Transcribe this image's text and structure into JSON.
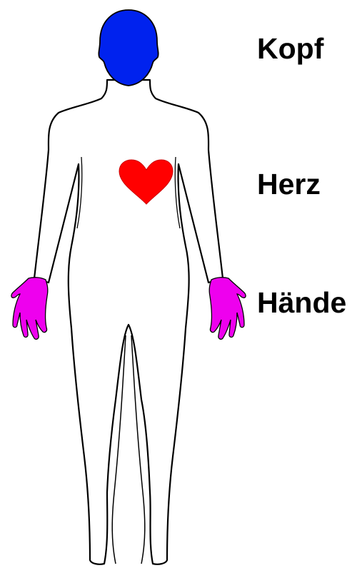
{
  "labels": {
    "head": "Kopf",
    "heart": "Herz",
    "hands": "Hände"
  },
  "colors": {
    "background": "#ffffff",
    "outline": "#000000",
    "body_fill": "#ffffff",
    "head": "#0022ee",
    "heart": "#ff0000",
    "hands": "#ee00ee",
    "label_text": "#000000"
  }
}
